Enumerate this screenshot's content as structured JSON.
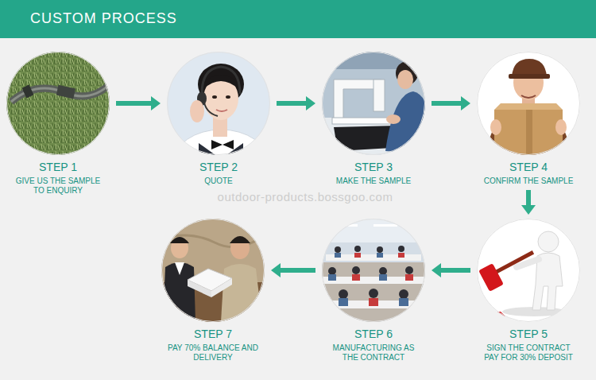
{
  "diagram": {
    "title": "CUSTOM PROCESS",
    "nodes": [
      {
        "text": [
          "STEP 1",
          "GIVE US THE SAMPLE TO ENQUIRY"
        ]
      },
      {
        "text": [
          "STEP 2",
          "QUOTE"
        ]
      },
      {
        "text": [
          "STEP 3",
          "MAKE THE SAMPLE"
        ]
      },
      {
        "text": [
          "STEP 4",
          "CONFIRM THE SAMPLE"
        ]
      },
      {
        "text": [
          "STEP 5",
          "SIGN THE CONTRACT PAY FOR 30% DEPOSIT"
        ]
      },
      {
        "text": [
          "STEP 6",
          "MANUFACTURING AS THE CONTRACT"
        ]
      },
      {
        "text": [
          "STEP 7",
          "PAY 70% BALANCE AND DELIVERY"
        ]
      }
    ],
    "edges": [
      {
        "from": 0,
        "to": 1,
        "arrow": "to"
      },
      {
        "from": 1,
        "to": 2,
        "arrow": "to"
      },
      {
        "from": 2,
        "to": 3,
        "arrow": "to"
      },
      {
        "from": 3,
        "to": 4,
        "arrow": "to"
      },
      {
        "from": 4,
        "to": 5,
        "arrow": "to"
      },
      {
        "from": 5,
        "to": 6,
        "arrow": "to"
      }
    ],
    "labels": [
      "outdoor-products.bossgoo.com"
    ]
  }
}
